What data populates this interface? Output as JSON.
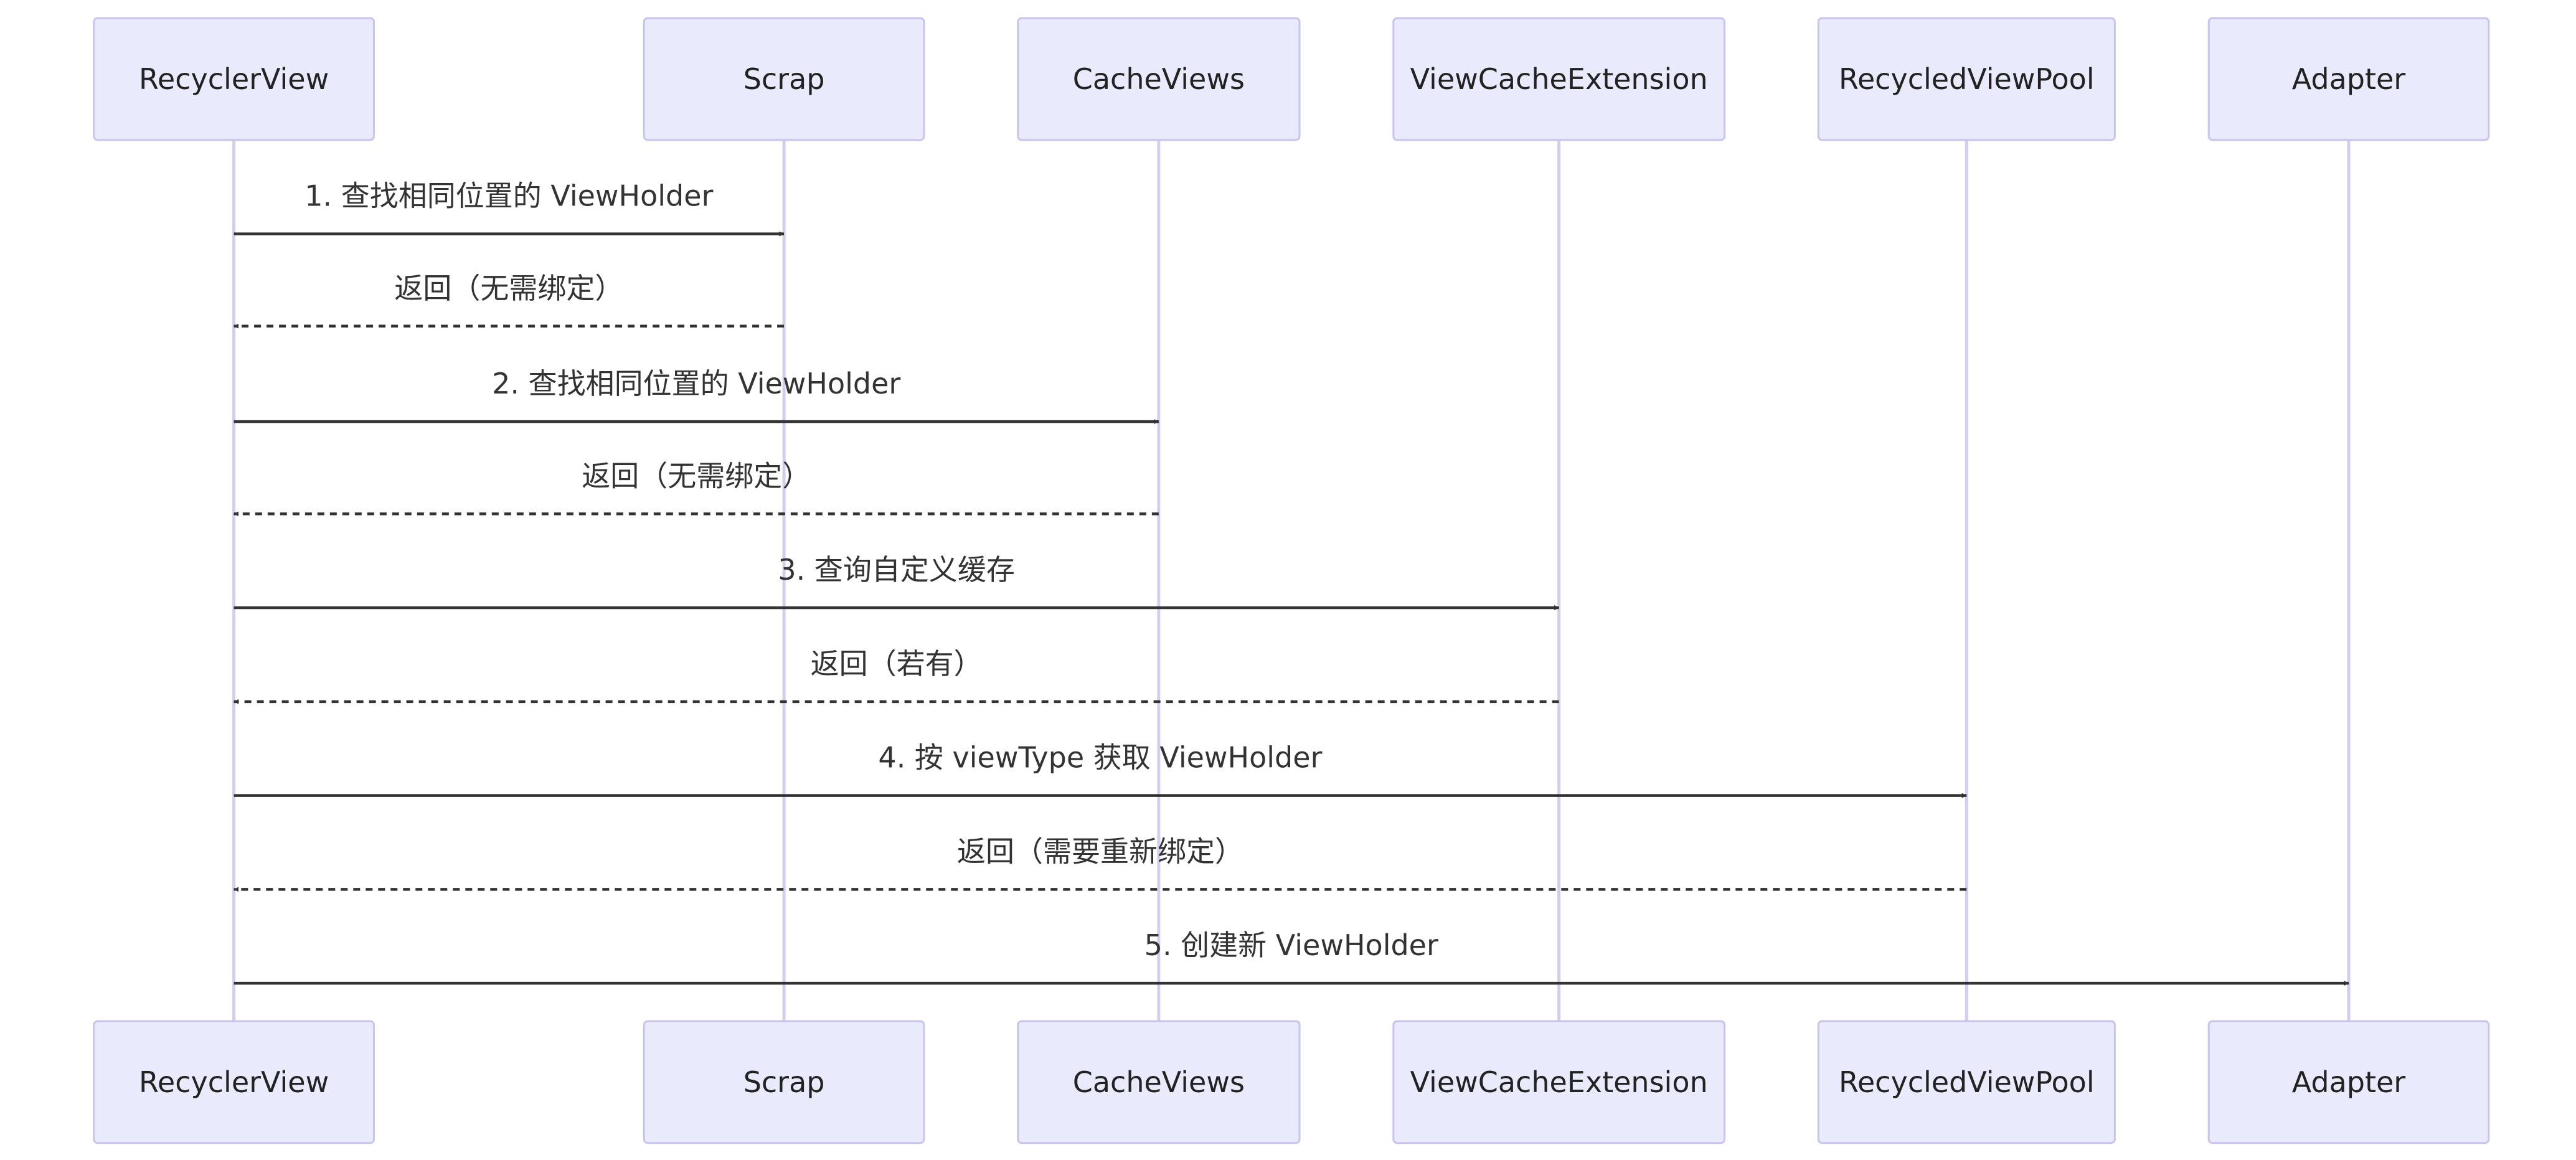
{
  "colors": {
    "actor_fill": "#eaeafd",
    "actor_border": "#c9c4ee",
    "lifeline": "#d4cdef",
    "message": "#333333",
    "text": "#222222"
  },
  "participants": [
    {
      "id": "recyclerview",
      "label": "RecyclerView"
    },
    {
      "id": "scrap",
      "label": "Scrap"
    },
    {
      "id": "cacheviews",
      "label": "CacheViews"
    },
    {
      "id": "viewcacheextension",
      "label": "ViewCacheExtension"
    },
    {
      "id": "recycledviewpool",
      "label": "RecycledViewPool"
    },
    {
      "id": "adapter",
      "label": "Adapter"
    }
  ],
  "messages": [
    {
      "from": "recyclerview",
      "to": "scrap",
      "label": "1. 查找相同位置的 ViewHolder",
      "style": "solid"
    },
    {
      "from": "scrap",
      "to": "recyclerview",
      "label": "返回（无需绑定）",
      "style": "dashed"
    },
    {
      "from": "recyclerview",
      "to": "cacheviews",
      "label": "2. 查找相同位置的 ViewHolder",
      "style": "solid"
    },
    {
      "from": "cacheviews",
      "to": "recyclerview",
      "label": "返回（无需绑定）",
      "style": "dashed"
    },
    {
      "from": "recyclerview",
      "to": "viewcacheextension",
      "label": "3. 查询自定义缓存",
      "style": "solid"
    },
    {
      "from": "viewcacheextension",
      "to": "recyclerview",
      "label": "返回（若有）",
      "style": "dashed"
    },
    {
      "from": "recyclerview",
      "to": "recycledviewpool",
      "label": "4. 按 viewType 获取 ViewHolder",
      "style": "solid"
    },
    {
      "from": "recycledviewpool",
      "to": "recyclerview",
      "label": "返回（需要重新绑定）",
      "style": "dashed"
    },
    {
      "from": "recyclerview",
      "to": "adapter",
      "label": "5. 创建新 ViewHolder",
      "style": "solid"
    }
  ]
}
